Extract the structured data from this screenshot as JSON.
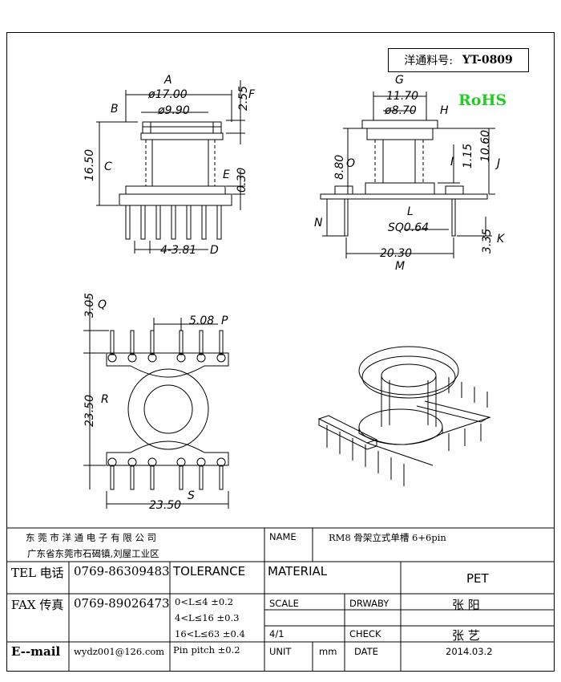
{
  "part_box": {
    "label": "洋通料号:",
    "value": "YT-0809"
  },
  "rohs": "RoHS",
  "dims": {
    "A": "A",
    "B": "B",
    "C": "C",
    "D": "D",
    "E": "E",
    "F": "F",
    "G": "G",
    "H": "H",
    "I": "I",
    "J": "J",
    "K": "K",
    "L": "L",
    "M": "M",
    "N": "N",
    "O": "O",
    "P": "P",
    "Q": "Q",
    "R": "R",
    "S": "S",
    "phi17": "ø17.00",
    "phi990": "ø9.90",
    "h1650": "16.50",
    "v255": "2.55",
    "v030": "0.30",
    "pitch": "4-3.81",
    "w1170": "11.70",
    "phi870": "ø8.70",
    "h880": "8.80",
    "v115": "1.15",
    "v1060": "10.60",
    "sq": "SQ0.64",
    "w2030": "20.30",
    "v335": "3.35",
    "v305": "3.05",
    "p508": "5.08",
    "h2350": "23.50",
    "w2350": "23.50"
  },
  "title_block": {
    "company": "东 莞 市 洋 通 电 子 有 限 公 司",
    "address": "广东省东莞市石碣镇,刘屋工业区",
    "name_label": "NAME",
    "name_value": "RM8 骨架立式单槽 6+6pin",
    "tel_label": "TEL 电话",
    "tel_value": "0769-86309483",
    "tolerance_label": "TOLERANCE",
    "material_label": "MATERIAL",
    "material_value": "PET",
    "fax_label": "FAX 传真",
    "fax_value": "0769-89026473",
    "tol_1": "0<L≤4   ±0.2",
    "tol_2": "4<L≤16  ±0.3",
    "tol_3": "16<L≤63  ±0.4",
    "tol_4": "Pin pitch ±0.2",
    "scale_label": "SCALE",
    "drwaby_label": "DRWABY",
    "drwaby_value": "张 阳",
    "scale_value": "4/1",
    "check_label": "CHECK",
    "check_value": "张 艺",
    "email_label": "E--mail",
    "email_value": "wydz001@126.com",
    "unit_label": "UNIT",
    "unit_value": "mm",
    "date_label": "DATE",
    "date_value": "2014.03.2"
  }
}
